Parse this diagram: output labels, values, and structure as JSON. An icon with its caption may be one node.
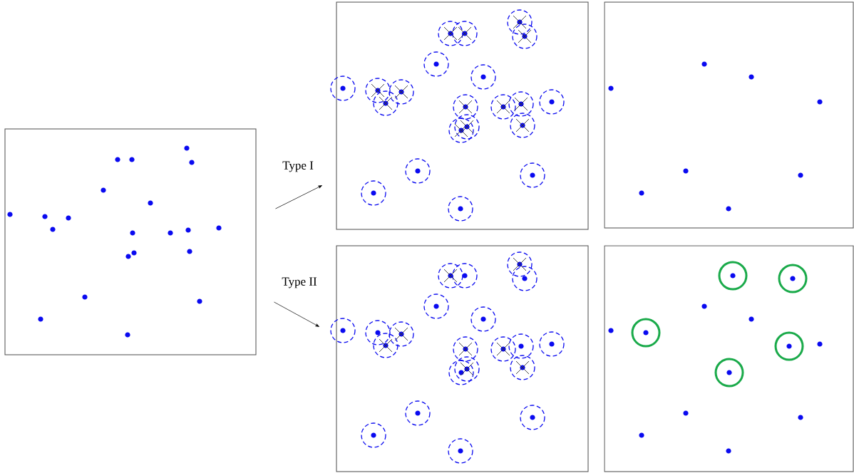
{
  "diagram": {
    "nodes": [
      {
        "text": [],
        "shape": "box"
      },
      {
        "text": [],
        "shape": "box"
      },
      {
        "text": [],
        "shape": "box"
      },
      {
        "text": [],
        "shape": "box"
      },
      {
        "text": [],
        "shape": "box"
      }
    ],
    "edges": [
      {
        "from": 0,
        "to": 1,
        "arrow": "to",
        "label": "Type I"
      },
      {
        "from": 0,
        "to": 3,
        "arrow": "to",
        "label": "Type II"
      }
    ]
  }
}
